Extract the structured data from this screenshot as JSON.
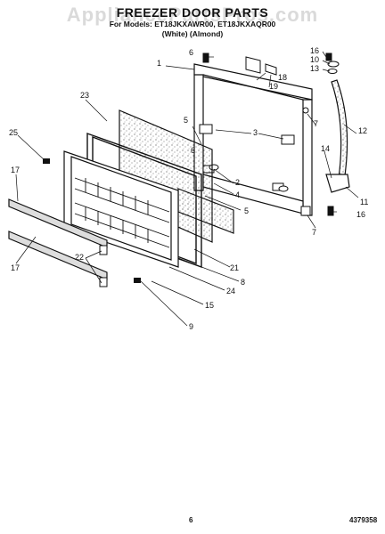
{
  "watermark": "AppliancePartsPros.com",
  "header": {
    "title": "FREEZER DOOR PARTS",
    "model_line": "For Models: ET18JKXAWR00, ET18JKXAQR00",
    "color_line": "(White)    (Almond)"
  },
  "callouts": [
    {
      "id": "c1",
      "label": "1"
    },
    {
      "id": "c2",
      "label": "2"
    },
    {
      "id": "c3",
      "label": "3"
    },
    {
      "id": "c4",
      "label": "4"
    },
    {
      "id": "c5a",
      "label": "5"
    },
    {
      "id": "c5b",
      "label": "5"
    },
    {
      "id": "c6a",
      "label": "6"
    },
    {
      "id": "c6b",
      "label": "6"
    },
    {
      "id": "c7a",
      "label": "7"
    },
    {
      "id": "c7b",
      "label": "7"
    },
    {
      "id": "c8",
      "label": "8"
    },
    {
      "id": "c10",
      "label": "10"
    },
    {
      "id": "c11",
      "label": "11"
    },
    {
      "id": "c12",
      "label": "12"
    },
    {
      "id": "c13",
      "label": "13"
    },
    {
      "id": "c14",
      "label": "14"
    },
    {
      "id": "c15",
      "label": "15"
    },
    {
      "id": "c16a",
      "label": "16"
    },
    {
      "id": "c16b",
      "label": "16"
    },
    {
      "id": "c17a",
      "label": "17"
    },
    {
      "id": "c17b",
      "label": "17"
    },
    {
      "id": "c18",
      "label": "18"
    },
    {
      "id": "c19",
      "label": "19"
    },
    {
      "id": "c21",
      "label": "21"
    },
    {
      "id": "c22",
      "label": "22"
    },
    {
      "id": "c23",
      "label": "23"
    },
    {
      "id": "c24",
      "label": "24"
    },
    {
      "id": "c25",
      "label": "25"
    }
  ],
  "footer": {
    "page_number": "6",
    "doc_number": "4379358"
  }
}
